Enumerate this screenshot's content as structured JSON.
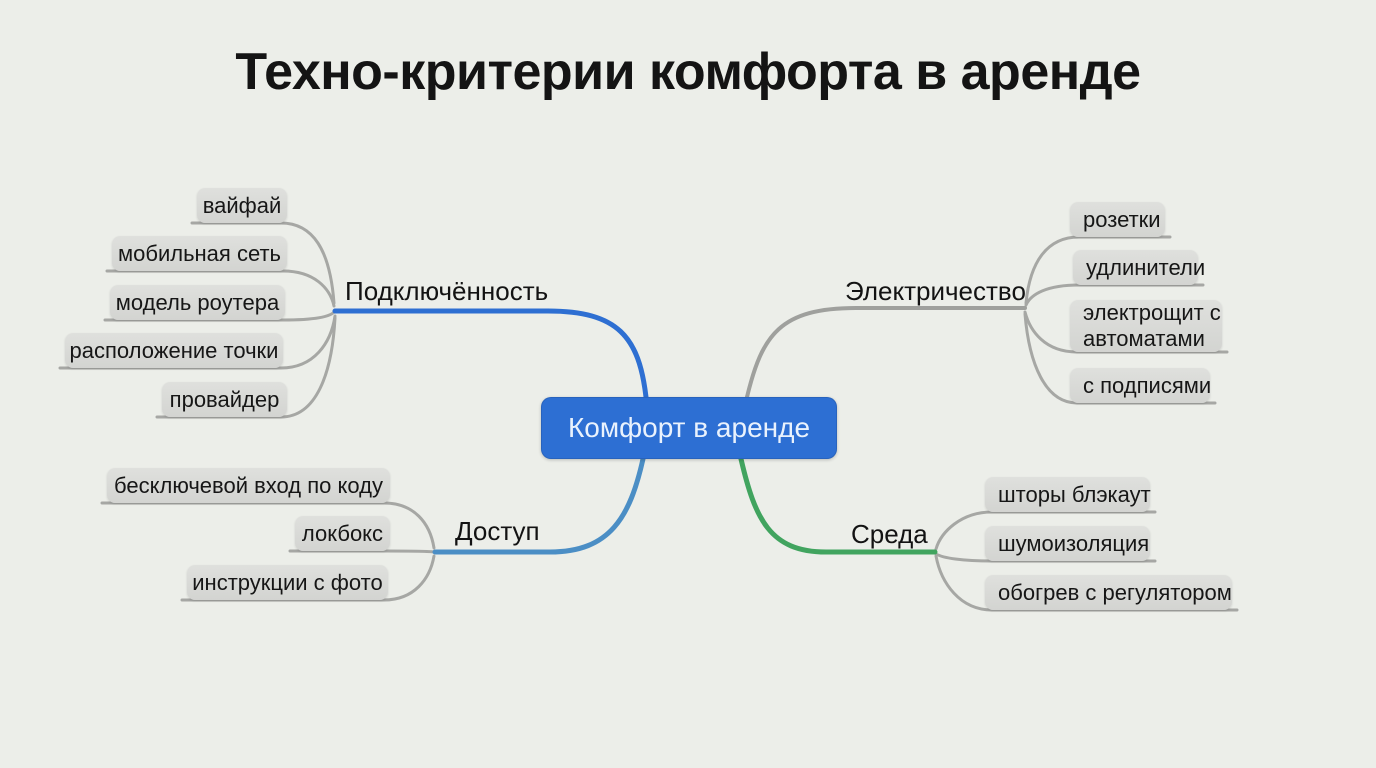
{
  "title": "Техно-критерии комфорта в аренде",
  "root": {
    "label": "Комфорт в аренде"
  },
  "palette": {
    "background": "#eceee9",
    "root_fill": "#2d6fd3",
    "root_text": "#e9f2fd",
    "branch_connectivity_line": "#2e6fd2",
    "branch_electricity_line": "#9fa09d",
    "branch_access_line": "#4b8ec5",
    "branch_environment_line": "#41a45f",
    "leaf_connector_line": "#a6a7a4",
    "leaf_fill": "#d8d9d6",
    "text": "#141414"
  },
  "branches": [
    {
      "label": "Подключённость",
      "children": [
        "вайфай",
        "мобильная сеть",
        "модель роутера",
        "расположение точки",
        "провайдер"
      ]
    },
    {
      "label": "Электричество",
      "children": [
        "розетки",
        "удлинители",
        "электрощит с автоматами",
        "с подписями"
      ]
    },
    {
      "label": "Доступ",
      "children": [
        "бесключевой вход по коду",
        "локбокс",
        "инструкции с фото"
      ]
    },
    {
      "label": "Среда",
      "children": [
        "шторы блэкаут",
        "шумоизоляция",
        "обогрев с регулятором"
      ]
    }
  ]
}
